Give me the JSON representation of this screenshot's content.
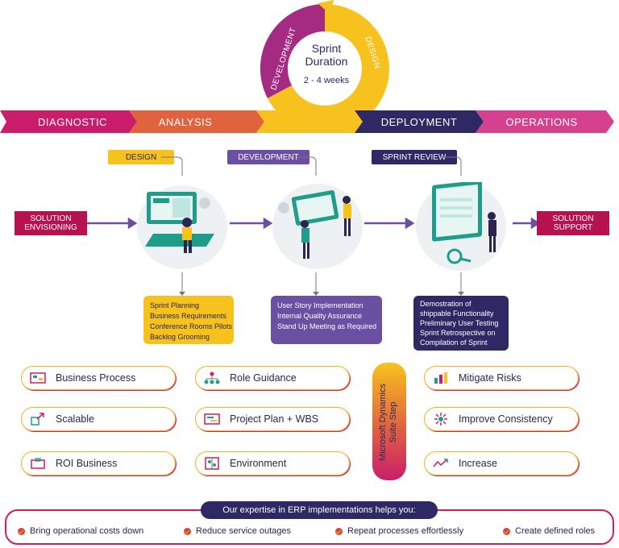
{
  "cycle": {
    "center_title_line1": "Sprint",
    "center_title_line2": "Duration",
    "center_range": "2 - 4 weeks",
    "arc_left_label": "DEVELOPMENT",
    "arc_right_label": "DESIGN"
  },
  "stages": [
    {
      "label": "DIAGNOSTIC",
      "color": "#c91d6b"
    },
    {
      "label": "ANALYSIS",
      "color": "#e0633e"
    },
    {
      "label": "DEPLOYMENT",
      "color": "#2e2865"
    },
    {
      "label": "OPERATIONS",
      "color": "#d5418f"
    }
  ],
  "tags": {
    "design": "DESIGN",
    "development": "DEVELOPMENT",
    "sprint_review": "SPRINT REVIEW"
  },
  "endpoints": {
    "start_line1": "SOLUTION",
    "start_line2": "ENVISIONING",
    "end_line1": "SOLUTION",
    "end_line2": "SUPPORT"
  },
  "lists": {
    "design": [
      "Sprint Planning",
      "Business Requirements",
      "Conference Rooms Pilots",
      "Backlog Grooming"
    ],
    "development": [
      "User Story Implementation",
      "Internal Quality Assurance",
      "Stand Up Meeting as Required"
    ],
    "review": [
      "Demostration of",
      "shippable Functionality",
      "Preliminary User Testing",
      "Sprint Retrospective on",
      "Compilation of Sprint"
    ]
  },
  "benefits_left": [
    {
      "label": "Business Process",
      "icon": "process-icon"
    },
    {
      "label": "Scalable",
      "icon": "scalable-icon"
    },
    {
      "label": "ROI Business",
      "icon": "briefcase-icon"
    }
  ],
  "benefits_middle": [
    {
      "label": "Role Guidance",
      "icon": "hierarchy-icon"
    },
    {
      "label": "Project Plan + WBS",
      "icon": "plan-icon"
    },
    {
      "label": "Environment",
      "icon": "environment-icon"
    }
  ],
  "benefits_right": [
    {
      "label": "Mitigate Risks",
      "icon": "risk-chart-icon"
    },
    {
      "label": "Improve Consistency",
      "icon": "consistency-icon"
    },
    {
      "label": "Increase",
      "icon": "increase-icon"
    }
  ],
  "suite_step": {
    "line1": "Microsoft Dynamics",
    "line2": "Suite Step"
  },
  "expertise": {
    "heading": "Our expertise in ERP implementations helps you:",
    "items": [
      "Bring operational costs down",
      "Reduce service outages",
      "Repeat processes effortlessly",
      "Create defined roles"
    ]
  },
  "colors": {
    "yellow": "#f7c21d",
    "purple": "#6a4fa3",
    "navy": "#2e2865",
    "magenta": "#b5124f"
  }
}
